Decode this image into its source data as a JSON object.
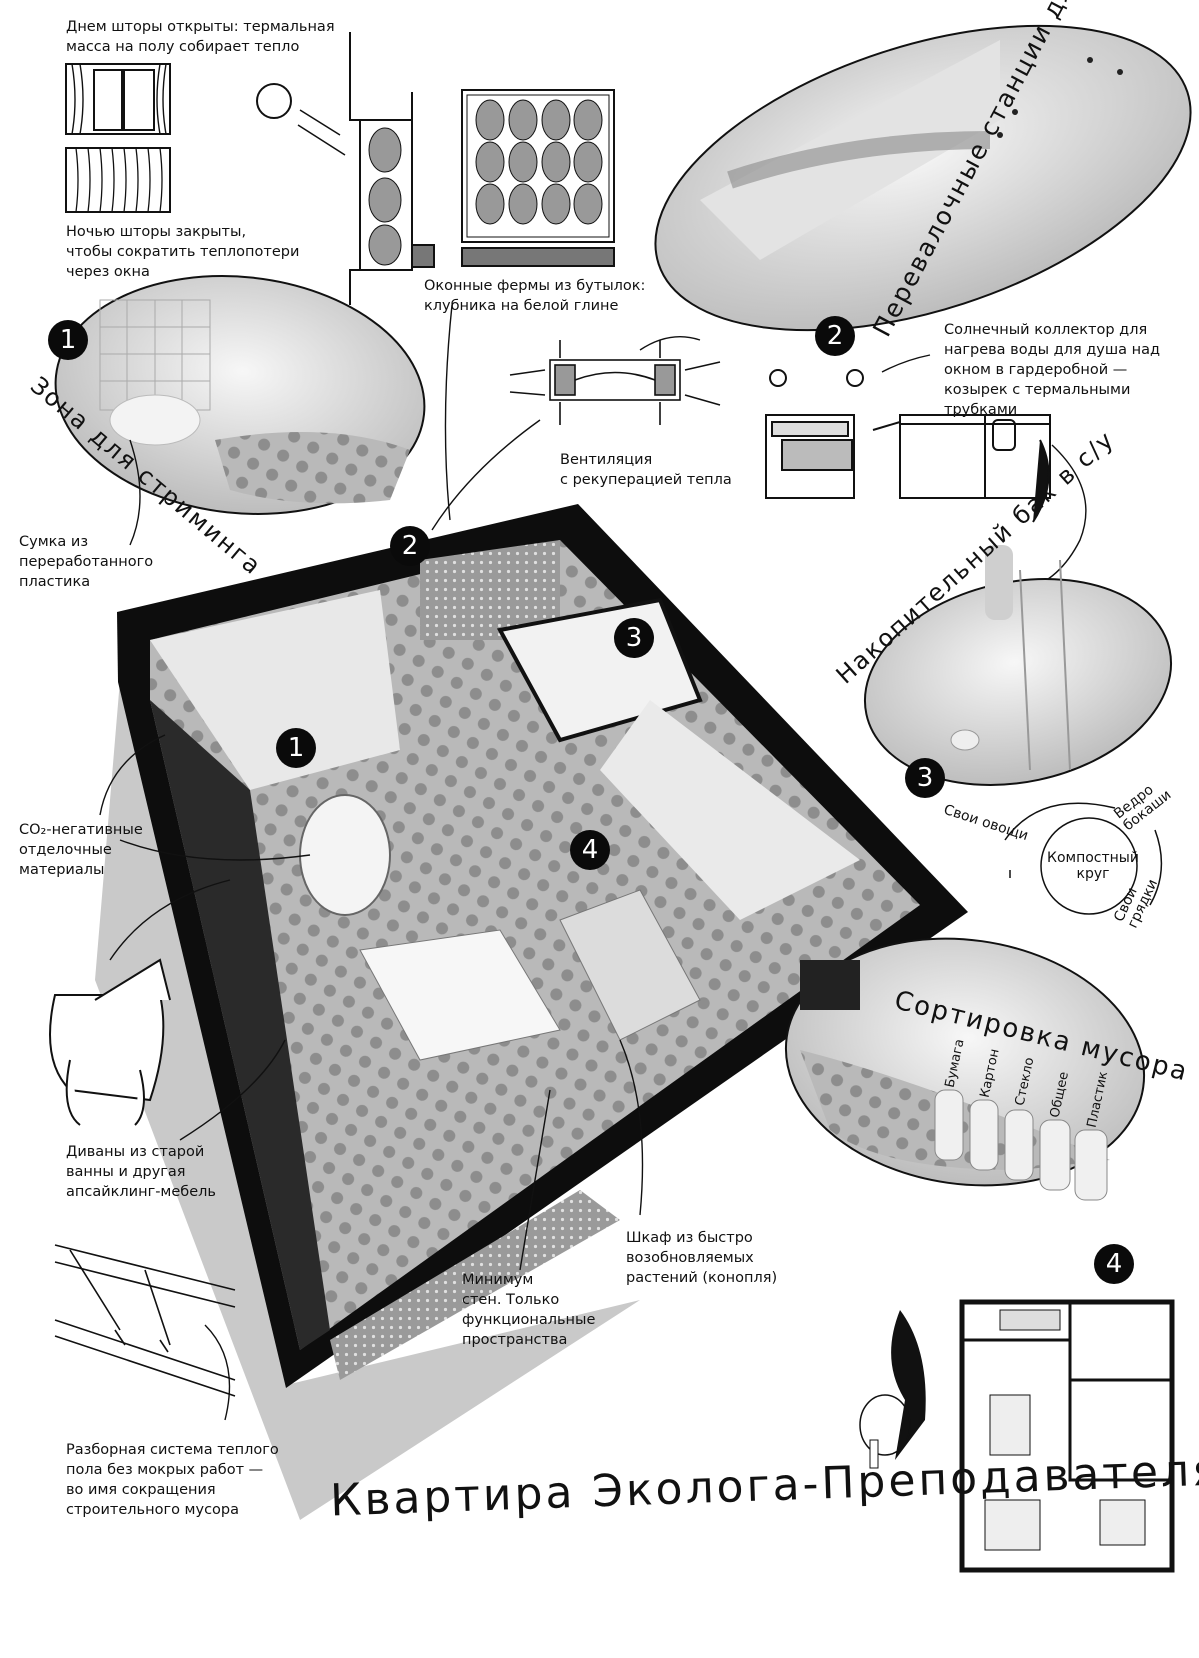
{
  "title": "Квартира Эколога-Преподавателя",
  "notes": {
    "curtains_day": "Днем шторы открыты: термальная\nмасса на полу собирает тепло",
    "curtains_night": "Ночью шторы закрыты,\nчтобы сократить теплопотери\nчерез окна",
    "bottle_farms": "Оконные фермы из бутылок:\nклубника на белой глине",
    "ventilation": "Вентиляция\nс рекуперацией тепла",
    "solar": "Солнечный коллектор для\nнагрева воды для душа над\nокном в гардеробной —\nкозырек с термальными\nтрубками",
    "bag": "Сумка из\nпереработанного\nпластика",
    "co2": "CO₂-негативные\nотделочные\nматериалы",
    "sofas": "Диваны из старой\nванны и другая\nапсайклинг-мебель",
    "floor_heating": "Разборная система теплого\nпола без мокрых работ —\nво имя сокращения\nстроительного мусора",
    "min_walls": "Минимум\nстен. Только\nфункциональные\nпространства",
    "wardrobe": "Шкаф из быстро\nвозобновляемых\nрастений (конопля)"
  },
  "zones": [
    {
      "number": "1",
      "label": "Зона для стриминга"
    },
    {
      "number": "2",
      "label": "Перевалочные станции для пчел"
    },
    {
      "number": "3",
      "label": "Накопительный бак в с/у"
    },
    {
      "number": "4",
      "label": "Сортировка мусора"
    }
  ],
  "sorting_bins": [
    "Бумага",
    "Картон",
    "Стекло",
    "Общее",
    "Пластик"
  ],
  "compost": {
    "center": "Компостный\nкруг",
    "own_veg": "Свои овощи",
    "bokashi": "Ведро\nбокаши",
    "beds": "Свои\nгрядки"
  },
  "plan_markers": [
    "1",
    "2",
    "3",
    "4"
  ]
}
